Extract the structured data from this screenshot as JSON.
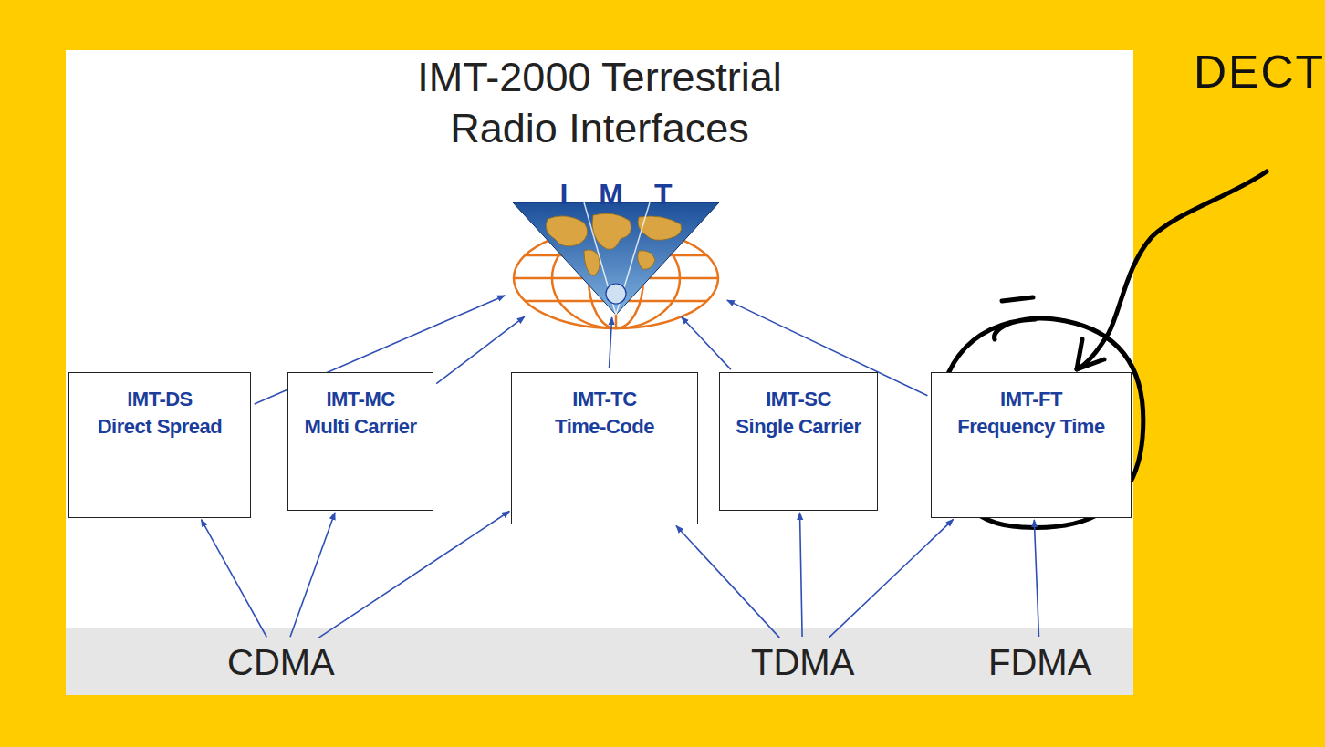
{
  "diagram": {
    "title": "IMT-2000 Terrestrial Radio Interfaces",
    "nodes": [
      {
        "text": [
          "IMT"
        ]
      },
      {
        "text": [
          "IMT-DS",
          "Direct Spread"
        ]
      },
      {
        "text": [
          "IMT-MC",
          "Multi Carrier"
        ]
      },
      {
        "text": [
          "IMT-TC",
          "Time-Code"
        ]
      },
      {
        "text": [
          "IMT-SC",
          "Single Carrier"
        ]
      },
      {
        "text": [
          "IMT-FT",
          "Frequency Time"
        ]
      },
      {
        "text": [
          "CDMA"
        ]
      },
      {
        "text": [
          "TDMA"
        ]
      },
      {
        "text": [
          "FDMA"
        ]
      }
    ],
    "edges": [
      {
        "from": 1,
        "to": 0,
        "arrow": "to"
      },
      {
        "from": 2,
        "to": 0,
        "arrow": "to"
      },
      {
        "from": 3,
        "to": 0,
        "arrow": "to"
      },
      {
        "from": 4,
        "to": 0,
        "arrow": "to"
      },
      {
        "from": 5,
        "to": 0,
        "arrow": "to"
      },
      {
        "from": 6,
        "to": 1,
        "arrow": "to"
      },
      {
        "from": 6,
        "to": 2,
        "arrow": "to"
      },
      {
        "from": 6,
        "to": 3,
        "arrow": "to"
      },
      {
        "from": 7,
        "to": 3,
        "arrow": "to"
      },
      {
        "from": 7,
        "to": 4,
        "arrow": "to"
      },
      {
        "from": 7,
        "to": 5,
        "arrow": "to"
      },
      {
        "from": 8,
        "to": 5,
        "arrow": "to"
      }
    ],
    "labels": [
      "DECT"
    ]
  }
}
